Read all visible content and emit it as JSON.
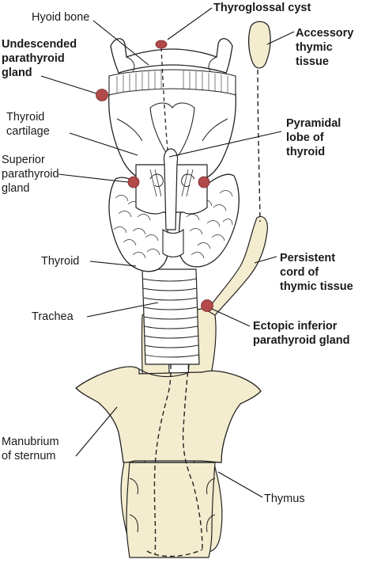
{
  "colors": {
    "tissue_fill": "#f4ecce",
    "outline": "#222222",
    "gland": "#b24a4a",
    "leader": "#111111"
  },
  "labels": {
    "hyoid_bone": [
      "Hyoid bone"
    ],
    "thyroglossal_cyst": [
      "Thyroglossal cyst"
    ],
    "accessory_thymic": [
      "Accessory",
      "thymic",
      "tissue"
    ],
    "undescended_parathyroid": [
      "Undescended",
      "parathyroid",
      "gland"
    ],
    "thyroid_cartilage": [
      "Thyroid",
      "cartilage"
    ],
    "pyramidal_lobe": [
      "Pyramidal",
      "lobe of",
      "thyroid"
    ],
    "superior_parathyroid": [
      "Superior",
      "parathyroid",
      "gland"
    ],
    "thyroid": [
      "Thyroid"
    ],
    "persistent_cord": [
      "Persistent",
      "cord of",
      "thymic tissue"
    ],
    "trachea": [
      "Trachea"
    ],
    "ectopic_inferior": [
      "Ectopic inferior",
      "parathyroid gland"
    ],
    "manubrium": [
      "Manubrium",
      "of sternum"
    ],
    "thymus": [
      "Thymus"
    ]
  }
}
